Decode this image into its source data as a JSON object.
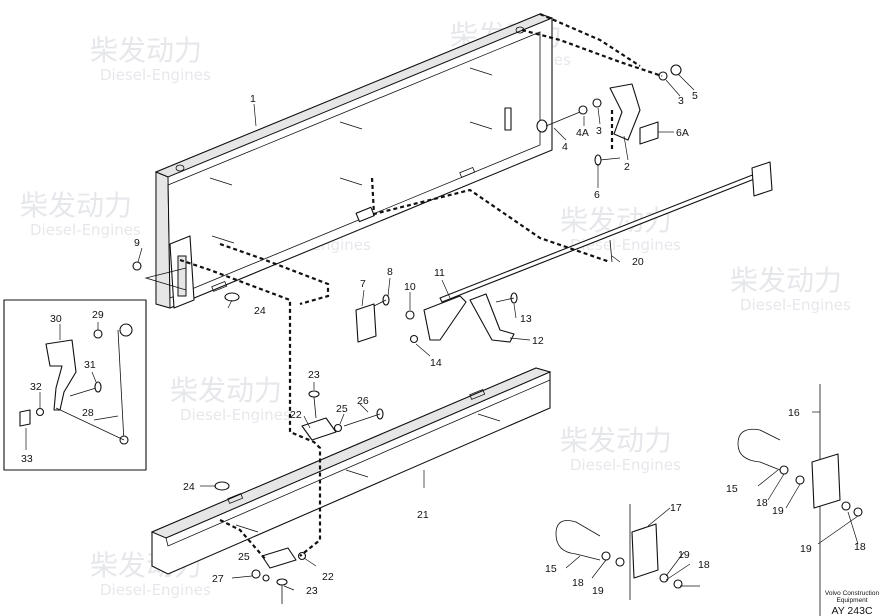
{
  "watermark": {
    "brand_cn": "柴发动力",
    "brand_en": "Diesel-Engines"
  },
  "footer": {
    "line1": "Volvo Construction",
    "line2": "Equipment",
    "code": "AY 243C"
  },
  "labels": {
    "l1": "1",
    "l2": "2",
    "l3a": "3",
    "l3b": "3",
    "l4": "4",
    "l4a": "4A",
    "l5": "5",
    "l6": "6",
    "l6a": "6A",
    "l7": "7",
    "l8": "8",
    "l9": "9",
    "l10": "10",
    "l11": "11",
    "l12": "12",
    "l13": "13",
    "l14": "14",
    "l15a": "15",
    "l15b": "15",
    "l16": "16",
    "l17": "17",
    "l18a": "18",
    "l18b": "18",
    "l18c": "18",
    "l18d": "18",
    "l19a": "19",
    "l19b": "19",
    "l19c": "19",
    "l19d": "19",
    "l20": "20",
    "l21": "21",
    "l22a": "22",
    "l22b": "22",
    "l23a": "23",
    "l23b": "23",
    "l24a": "24",
    "l24b": "24",
    "l25a": "25",
    "l25b": "25",
    "l26": "26",
    "l27": "27",
    "l28": "28",
    "l29": "29",
    "l30": "30",
    "l31": "31",
    "l32": "32",
    "l33": "33"
  }
}
